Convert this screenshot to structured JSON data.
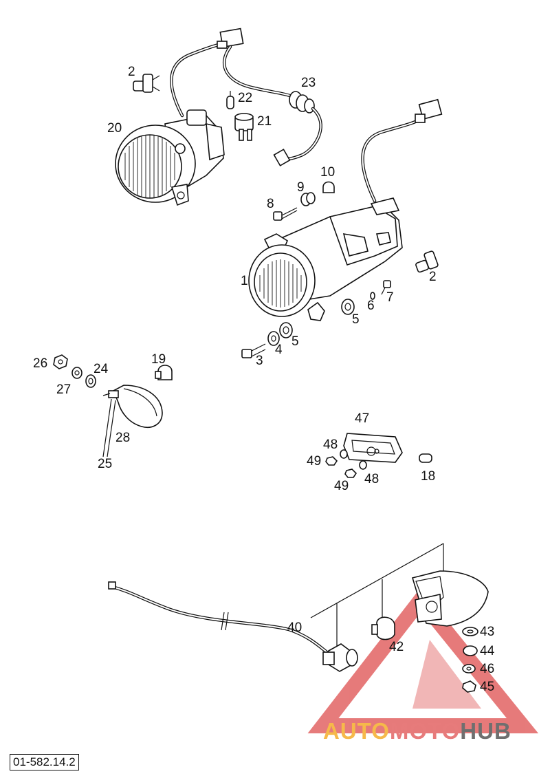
{
  "callouts": {
    "c1": "1",
    "c2a": "2",
    "c2b": "2",
    "c3": "3",
    "c4": "4",
    "c5a": "5",
    "c5b": "5",
    "c6": "6",
    "c7": "7",
    "c8": "8",
    "c9": "9",
    "c10": "10",
    "c18": "18",
    "c19": "19",
    "c20": "20",
    "c21": "21",
    "c22": "22",
    "c23": "23",
    "c24": "24",
    "c25": "25",
    "c26": "26",
    "c27": "27",
    "c28": "28",
    "c40": "40",
    "c42": "42",
    "c43": "43",
    "c44": "44",
    "c45": "45",
    "c46": "46",
    "c47": "47",
    "c48a": "48",
    "c48b": "48",
    "c49a": "49",
    "c49b": "49"
  },
  "reference_code": "01-582.14.2",
  "watermark": {
    "part1": "AUTO",
    "part2": "MOTO",
    "part3": "HUB"
  },
  "colors": {
    "line": "#111111",
    "watermark_red": "#e05a5a",
    "watermark_orange": "#f6b94a",
    "watermark_gray": "#6f6f6f"
  }
}
